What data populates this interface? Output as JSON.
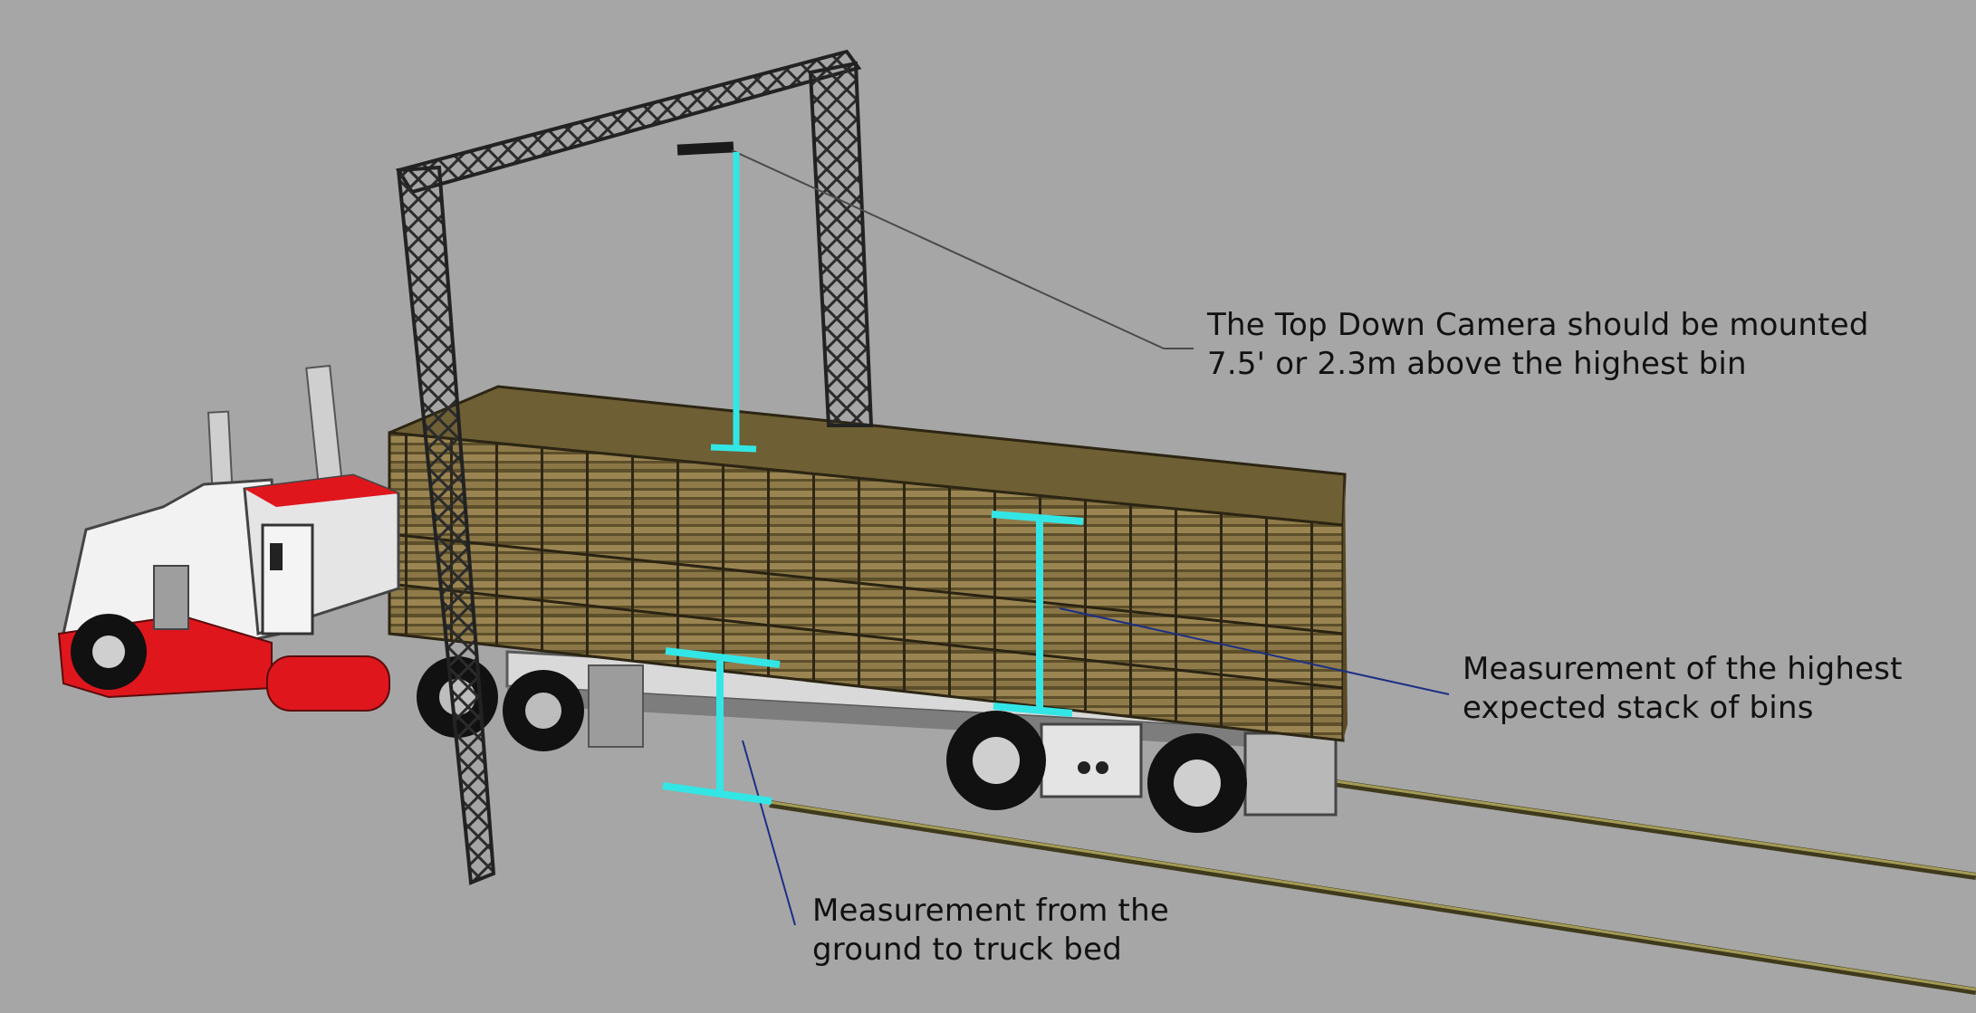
{
  "annotations": {
    "camera": {
      "line1": "The Top Down Camera should be mounted",
      "line2": "7.5' or 2.3m above the highest bin"
    },
    "stack": {
      "line1": "Measurement of the highest",
      "line2": "expected stack of bins"
    },
    "bed": {
      "line1": "Measurement from the",
      "line2": "ground to truck bed"
    }
  },
  "colors": {
    "background": "#a6a6a6",
    "measure": "#33e6e6",
    "leader_dark": "#4a4a4a",
    "leader_blue": "#1c2f86",
    "truck_red": "#e0161d",
    "bin_wood": "#7d6c3c",
    "truss": "#2a2a2a"
  }
}
